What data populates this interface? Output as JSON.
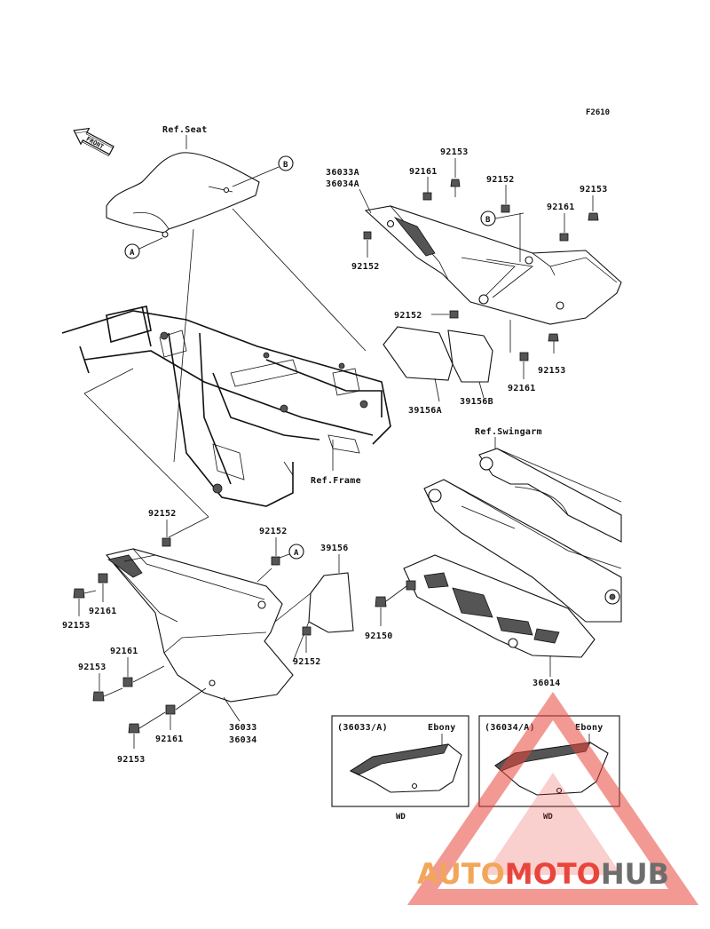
{
  "figure_code": "F2610",
  "front_label": "FRONT",
  "refs": {
    "seat": "Ref.Seat",
    "frame": "Ref.Frame",
    "swingarm": "Ref.Swingarm"
  },
  "callouts": {
    "a": "A",
    "b": "B"
  },
  "parts": {
    "p36033a": "36033A",
    "p36034a": "36034A",
    "p92161_top": "92161",
    "p92153_top": "92153",
    "p92152_top": "92152",
    "p92153_right": "92153",
    "p92161_right": "92161",
    "p92152_mid": "92152",
    "p92152_center": "92152",
    "p92153_low": "92153",
    "p92161_low": "92161",
    "p39156a": "39156A",
    "p39156b": "39156B",
    "p92152_left": "92152",
    "p92161_left": "92161",
    "p92153_left": "92153",
    "p92152_cover": "92152",
    "p39156": "39156",
    "p92152_bottom": "92152",
    "p92161_a": "92161",
    "p92153_a": "92153",
    "p36033": "36033",
    "p36034": "36034",
    "p92161_b": "92161",
    "p92153_b": "92153",
    "p92150": "92150",
    "p36014": "36014"
  },
  "inset_left": {
    "code": "(36033/A)",
    "color": "Ebony",
    "note": "WD"
  },
  "inset_right": {
    "code": "(36034/A)",
    "color": "Ebony",
    "note": "WD"
  },
  "watermark": {
    "part1": "AUTO",
    "part2": "MOTO",
    "part3": "HUB"
  },
  "colors": {
    "ink": "#111111",
    "wm_orange": "#f2a65a",
    "wm_red": "#e8453c",
    "wm_gray": "#6d6d6d"
  }
}
